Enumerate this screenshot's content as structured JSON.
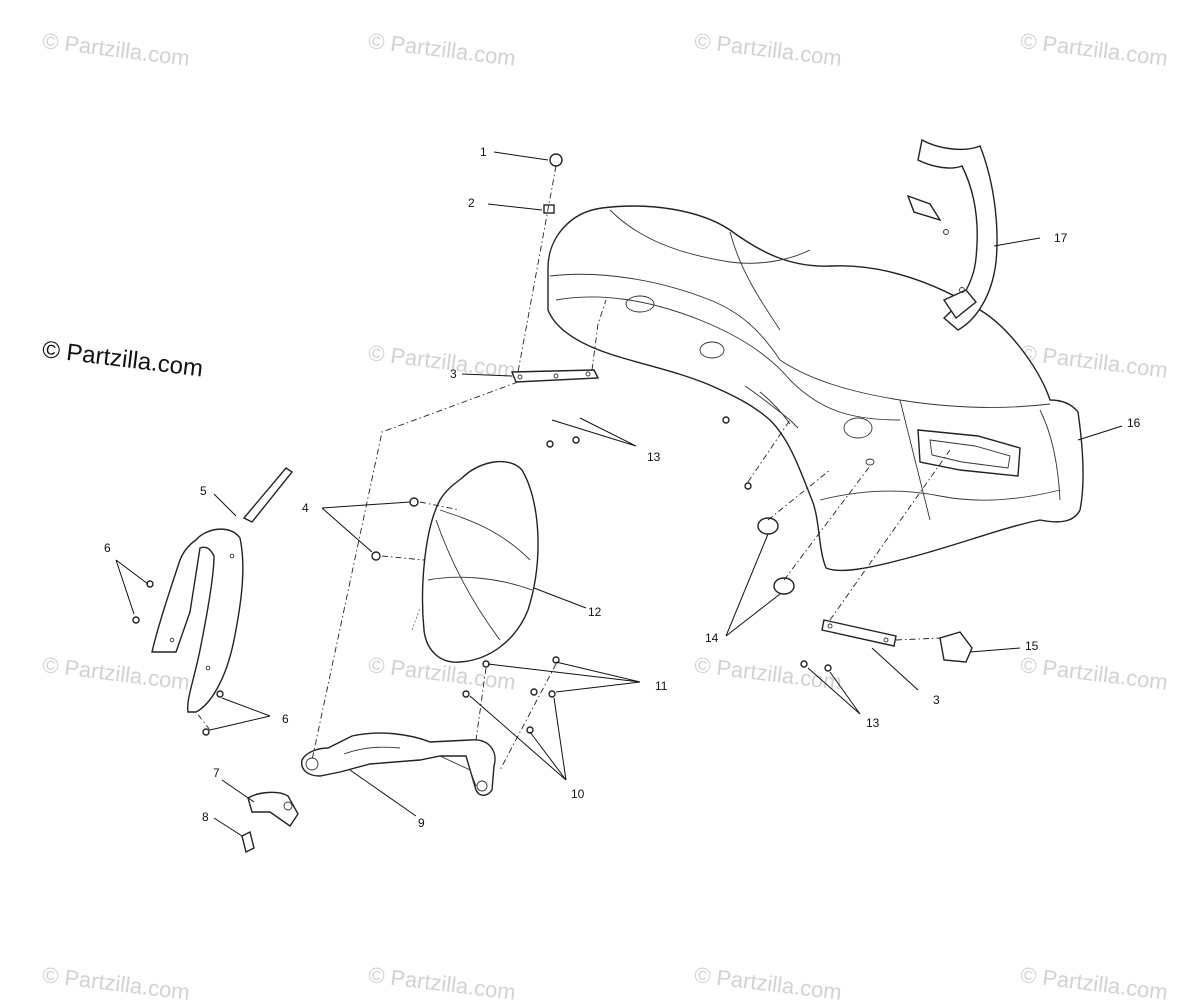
{
  "watermark_text": "© Partzilla.com",
  "copyright_text": "© Partzilla.com",
  "callouts": {
    "c1": "1",
    "c2": "2",
    "c3a": "3",
    "c3b": "3",
    "c4": "4",
    "c5": "5",
    "c6a": "6",
    "c6b": "6",
    "c7": "7",
    "c8": "8",
    "c9": "9",
    "c10": "10",
    "c11": "11",
    "c12": "12",
    "c13a": "13",
    "c13b": "13",
    "c14": "14",
    "c15": "15",
    "c16": "16",
    "c17": "17"
  }
}
